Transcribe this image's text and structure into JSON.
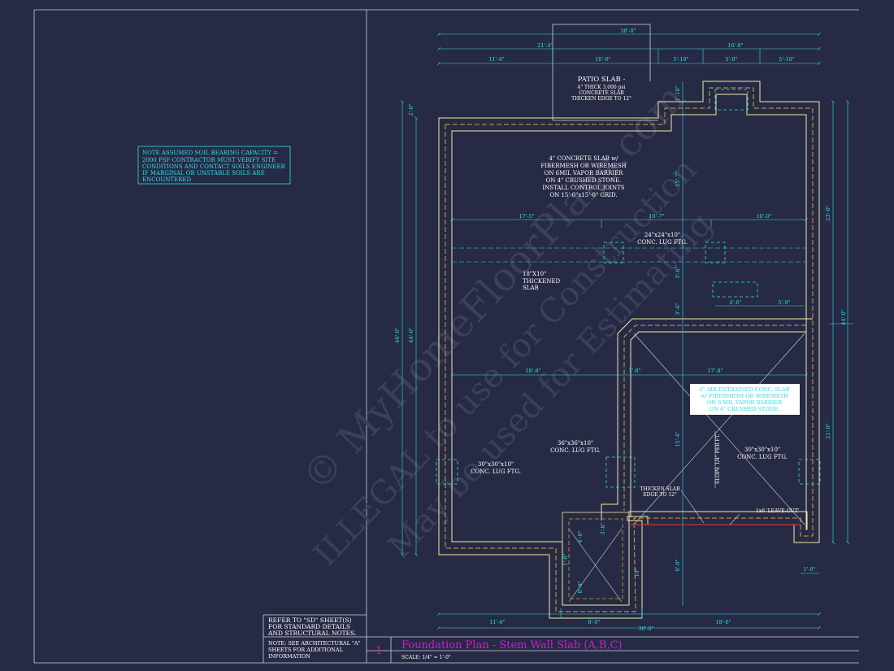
{
  "left_note": {
    "lines": [
      "NOTE ASSUMED SOIL BEARING CAPACITY =",
      "2000 PSF CONTRACTOR MUST VERIFY SITE",
      "CONDITIONS AND CONTACT SOILS ENGINEER",
      "IF MARGINAL OR UNSTABLE SOILS ARE",
      "ENCOUNTERED"
    ]
  },
  "title_block": {
    "refer_note": [
      "REFER TO \"SD\" SHEET(S)",
      "FOR STANDARD DETAILS",
      "AND STRUCTURAL NOTES."
    ],
    "arch_note": [
      "NOTE: SEE ARCHITECTURAL \"A\"",
      "SHEETS FOR ADDITIONAL",
      "INFORMATION"
    ],
    "sheet_number": "1",
    "title": "Foundation Plan - Stem Wall Slab (A,B,C)",
    "scale": "SCALE: 1/4\" = 1'-0\""
  },
  "watermark": {
    "line1": "© MyHomeFloorPlans.com",
    "line2": "ILLEGAL to use for Construction",
    "line3": "May be used for Estimating"
  },
  "dimensions": {
    "top_overall": "38'-0\"",
    "top_left": "21'-4\"",
    "top_right": "16'-8\"",
    "top_seg": [
      "11'-4\"",
      "10'-0\"",
      "5'-10\"",
      "5'-0\"",
      "5'-10\""
    ],
    "left_total": "46'-0\"",
    "left_inner": "44'-0\"",
    "left_small": "2'-0\"",
    "right_total": "44'-0\"",
    "right_upper": "23'-0\"",
    "right_lower": "21'-0\"",
    "bottom_overall": "38'-0\"",
    "bottom_seg": [
      "11'-6\"",
      "8'-0\"",
      "18'-6\""
    ],
    "row_1": [
      "17'-5\"",
      "10'-7\"",
      "10'-0\""
    ],
    "row_2": [
      "18'-8\"",
      "17'-8\""
    ],
    "small_42": "4'-6\"",
    "small_59": "5'-9\"",
    "small_18": "1'-8\"",
    "small_10": "1'-0\"",
    "v_155": "15'-7\"",
    "v_3a": "3'-6\"",
    "v_3b": "3'-6\"",
    "v_15": "15'-4\"",
    "v_8a": "8'-0\"",
    "v_8b": "8'-0\"",
    "v_10": "1'-10\"",
    "v_4": "4'-0\"",
    "v_16": "1'-6\"",
    "v_38": "3'-8\"",
    "v_10b": "10\""
  },
  "callouts": {
    "patio": [
      "PATIO SLAB -",
      "4\" THICK 3,000 psi",
      "CONCRETE SLAB",
      "THICKEN EDGE TO 12\""
    ],
    "main_slab": [
      "4\" CONCRETE SLAB w/",
      "FIBERMESH OR WIREMESH",
      "ON 6MIL VAPOR BARRIER",
      "ON 4\" CRUSHED STONE.",
      "INSTALL CONTROL JOINTS",
      "ON 15'-0\"x15'-0\" GRID."
    ],
    "lug_24": [
      "24\"x24\"x10\"",
      "CONC. LUG FTG."
    ],
    "thickened": [
      "18\"X10\"",
      "THICKENED",
      "SLAB"
    ],
    "garage_slab": [
      "4\" AIR ENTRAINED CONC. SLAB",
      "w/ FIBERMESH OR WIREMESH",
      "ON 6 MIL VAPOR BARRIER",
      "ON 4\" CRUSHED STONE."
    ],
    "lug_36": [
      "36\"x36\"x10\"",
      "CONC. LUG FTG."
    ],
    "lug_30a": [
      "30\"x30\"x10\"",
      "CONC. LUG FTG."
    ],
    "lug_30b": [
      "30\"x30\"x10\"",
      "CONC. LUG FTG."
    ],
    "thicken_slab": [
      "THICKEN SLAB",
      "EDGE TO 12\""
    ],
    "slope": "SLOPE 1/4\" PER FT.",
    "leave_out": "1x6 'LEAVE-OUT'"
  },
  "colors": {
    "background": "#262a44",
    "dimension": "#2fe0e6",
    "footing": "#f2e9a0",
    "footing_dash": "#cfa23a",
    "border": "#cfd3e0",
    "title": "#d21bd6",
    "leave_out_line": "#c03838"
  }
}
